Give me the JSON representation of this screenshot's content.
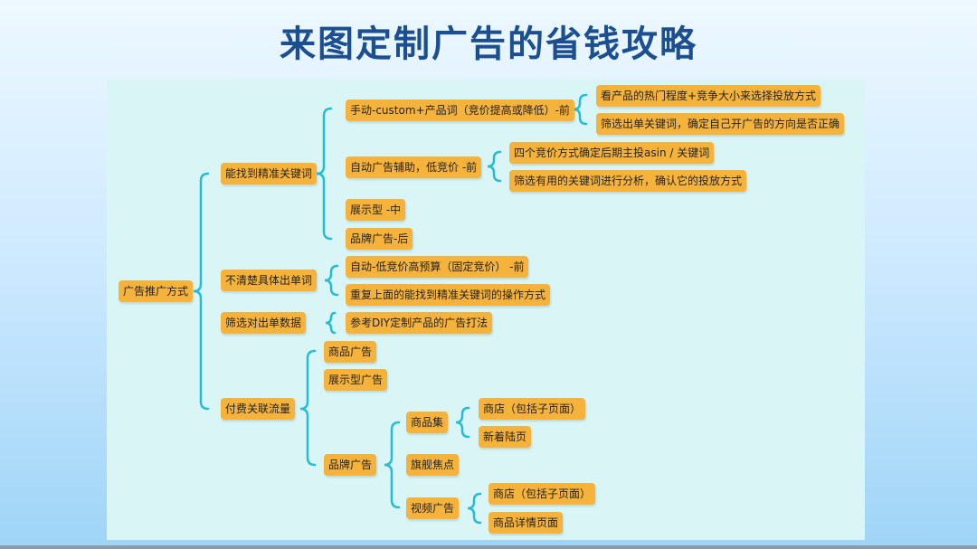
{
  "title": "来图定制广告的省钱攻略",
  "mindmap": {
    "root": "广告推广方式",
    "b1": {
      "label": "能找到精准关键词",
      "manual": "手动-custom+产品词（竞价提高或降低）-前",
      "manual_1": "看产品的热门程度+竞争大小来选择投放方式",
      "manual_2": "筛选出单关键词，确定自己开广告的方向是否正确",
      "auto": "自动广告辅助，低竞价 -前",
      "auto_1": "四个竞价方式确定后期主投asin / 关键词",
      "auto_2": "筛选有用的关键词进行分析，确认它的投放方式",
      "display": "展示型 -中",
      "brand": "品牌广告-后"
    },
    "b2": {
      "label": "不清楚具体出单词",
      "c1": "自动-低竞价高预算（固定竞价） -前",
      "c2": "重复上面的能找到精准关键词的操作方式"
    },
    "b3": {
      "label": "筛选对出单数据",
      "c1": "参考DIY定制产品的广告打法"
    },
    "b4": {
      "label": "付费关联流量",
      "product_ads": "商品广告",
      "display_ads": "展示型广告",
      "brand_ads": "品牌广告",
      "collection": "商品集",
      "collection_1": "商店（包括子页面）",
      "collection_2": "新着陆页",
      "spotlight": "旗舰焦点",
      "video": "视频广告",
      "video_1": "商店（包括子页面）",
      "video_2": "商品详情页面"
    }
  },
  "colors": {
    "node_fill": "#f6b33c",
    "connector": "#27bcd6",
    "title": "#1b4f8f",
    "panel": "#d9f5f5"
  }
}
